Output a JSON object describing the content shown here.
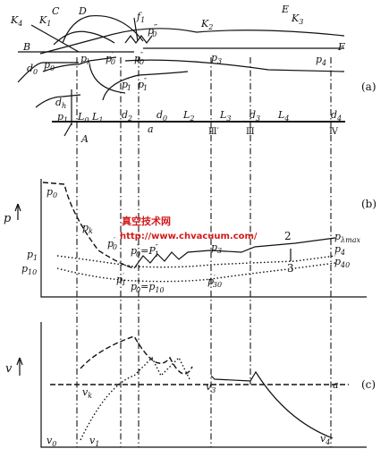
{
  "panels": {
    "a": "(a)",
    "b": "(b)",
    "c": "(c)"
  },
  "panel_a": {
    "C": "C",
    "D": "D",
    "f1": "f",
    "f1_sub": "1",
    "K1": "K",
    "K1_sub": "1",
    "K2": "K",
    "K2_sub": "2",
    "K3": "K",
    "K3_sub": "3",
    "K4": "K",
    "K4_sub": "4",
    "E": "E",
    "B": "B",
    "F": "F",
    "p0": "p",
    "p0_sub": "0",
    "pk": "p",
    "pk_sub": "k",
    "p0p": "p",
    "p0p_sub": "0",
    "p0p_sup": "′",
    "p0pp": "p",
    "p0pp_sub": "0",
    "p0pp_sup": "″",
    "p0ppp": "p",
    "p0ppp_sub": "0",
    "p0ppp_sup": "‴",
    "p3": "p",
    "p3_sub": "3",
    "p4": "p",
    "p4_sub": "4",
    "p1p": "p",
    "p1p_sub": "1",
    "p1p_sup": "′",
    "p1pp": "p",
    "p1pp_sub": "1",
    "p1pp_sup": "″",
    "d0_left": "d",
    "d0_left_sub": "0",
    "dh": "d",
    "dh_sub": "h",
    "p1": "p",
    "p1_sub": "1",
    "L0": "L",
    "L0_sub": "0",
    "L1": "L",
    "L1_sub": "1",
    "A": "A",
    "d2": "d",
    "d2_sub": "2",
    "d0_mid": "d",
    "d0_mid_sub": "0",
    "a": "a",
    "L2": "L",
    "L2_sub": "2",
    "L3": "L",
    "L3_sub": "3",
    "d3": "d",
    "d3_sub": "3",
    "L4": "L",
    "L4_sub": "4",
    "d4": "d",
    "d4_sub": "4",
    "sec3p": "Ⅲ′",
    "sec3": "Ⅲ",
    "sec4": "Ⅳ"
  },
  "panel_b": {
    "axis": "p",
    "p0": "p",
    "p0_sub": "0",
    "pk": "p",
    "pk_sub": "k",
    "p1": "p",
    "p1_sub": "1",
    "p10": "p",
    "p10_sub": "10",
    "p0p": "p",
    "p0p_sub": "0",
    "p0p_sup": "′",
    "p0pp_eq": "p",
    "p0pp_eq_sub": "0",
    "p0pp_eq_sup": "″",
    "eq1": "=",
    "p1pp_eq": "P",
    "p1pp_eq_sub": "1",
    "p1pp_eq_sup": "″",
    "p3": "p",
    "p3_sub": "3",
    "two": "2",
    "three": "3",
    "plmax": "p",
    "plmax_sub": "λmax",
    "p4": "p",
    "p4_sub": "4",
    "p40": "p",
    "p40_sub": "40",
    "p1p": "p",
    "p1p_sub": "1",
    "p1p_sup": "′",
    "p0ppb": "p",
    "p0ppb_sub": "0",
    "p0ppb_sup": "″",
    "eq2": "=",
    "p10b": "p",
    "p10b_sub": "10",
    "p30p": "p",
    "p30p_sub": "30",
    "p30p_sup": "′"
  },
  "panel_c": {
    "axis": "v",
    "vk": "v",
    "vk_sub": "k",
    "v0": "v",
    "v0_sub": "0",
    "v1": "v",
    "v1_sub": "1",
    "v3": "v",
    "v3_sub": "3",
    "a": "a",
    "v4": "v",
    "v4_sub": "4"
  },
  "watermark": {
    "title": "真空技术网",
    "url": "http://www.chvacuum.com/"
  },
  "colors": {
    "ink": "#111111",
    "watermark": "#d21b1b",
    "background": "#ffffff"
  }
}
